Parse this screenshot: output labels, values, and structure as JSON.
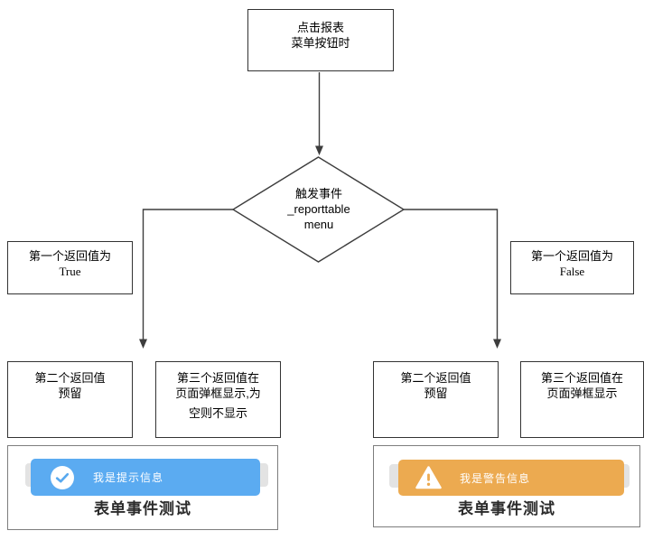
{
  "flowchart": {
    "start": {
      "line1": "点击报表",
      "line2": "菜单按钮时"
    },
    "decision": {
      "line1": "触发事件",
      "line2": "_reporttable",
      "line3": "menu"
    },
    "branch_true": {
      "line1": "第一个返回值为",
      "line2": "True"
    },
    "branch_false": {
      "line1": "第一个返回值为",
      "line2": "False"
    },
    "true_return2": {
      "line1": "第二个返回值",
      "line2": "预留"
    },
    "true_return3": {
      "line1": "第三个返回值在",
      "line2": "页面弹框显示,为",
      "line3": "空则不显示"
    },
    "false_return2": {
      "line1": "第二个返回值",
      "line2": "预留"
    },
    "false_return3": {
      "line1": "第三个返回值在",
      "line2": "页面弹框显示"
    }
  },
  "previews": {
    "info": {
      "icon": "check-circle-icon",
      "toast_text": "我是提示信息",
      "title": "表单事件测试",
      "toast_color": "#5babf1"
    },
    "warning": {
      "icon": "warning-triangle-icon",
      "toast_text": "我是警告信息",
      "title": "表单事件测试",
      "toast_color": "#ecaa50"
    }
  },
  "colors": {
    "connector_line": "#3d3d3d",
    "box_border": "#333333",
    "shot_border": "#7d7d7d",
    "ghost_gray": "#e3e3e3",
    "info_toast": "#5babf1",
    "warning_toast": "#ecaa50",
    "title_text": "#2b2b2b"
  }
}
